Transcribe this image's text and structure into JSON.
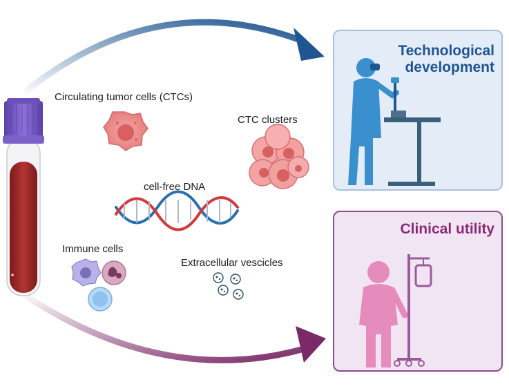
{
  "labels": {
    "ctcs": "Circulating tumor cells (CTCs)",
    "ctc_clusters": "CTC clusters",
    "cfdna": "cell-free DNA",
    "immune_cells": "Immune cells",
    "extracellular_vesicles": "Extracellular vescicles"
  },
  "boxes": {
    "technological": {
      "title": "Technological development"
    },
    "clinical": {
      "title": "Clinical utility"
    }
  },
  "colors": {
    "arrow_top": "#1f5590",
    "arrow_bottom": "#7a2a66",
    "tube_cap": "#7b5fc4",
    "blood": "#a52a2a",
    "scientist": "#3a8fcf",
    "lab_table": "#3a5f7a",
    "patient": "#e58cbc",
    "iv_stand": "#9a5a9a",
    "dna_red": "#d23a3a",
    "dna_blue": "#2a6fb0"
  }
}
